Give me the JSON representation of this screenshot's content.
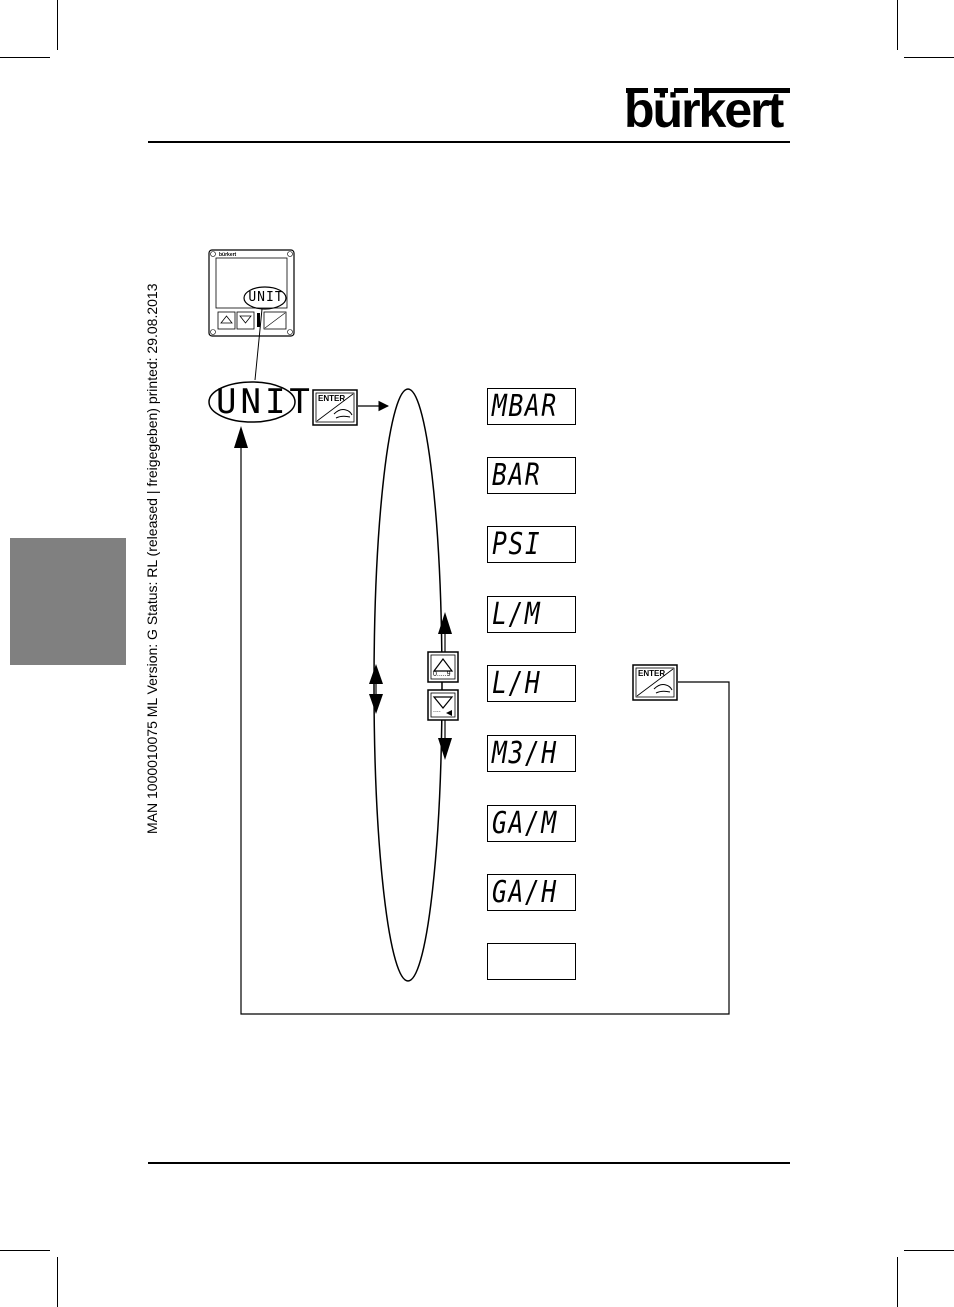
{
  "brand": {
    "logo_text": "bürkert"
  },
  "side_text": "MAN 1000010075 ML Version: G Status: RL (released | freigegeben) printed: 29.08.2013",
  "diagram": {
    "device_brand": "bürkert",
    "device_display": "UNIT",
    "menu_label": "UNIT",
    "enter_label": "ENTER",
    "up_key_label": "0.....9",
    "down_key_label": "....",
    "units": [
      "MBAR",
      "BAR",
      "PSI",
      "L/M",
      "L/H",
      "M3/H",
      "GA/M",
      "GA/H",
      ""
    ]
  }
}
